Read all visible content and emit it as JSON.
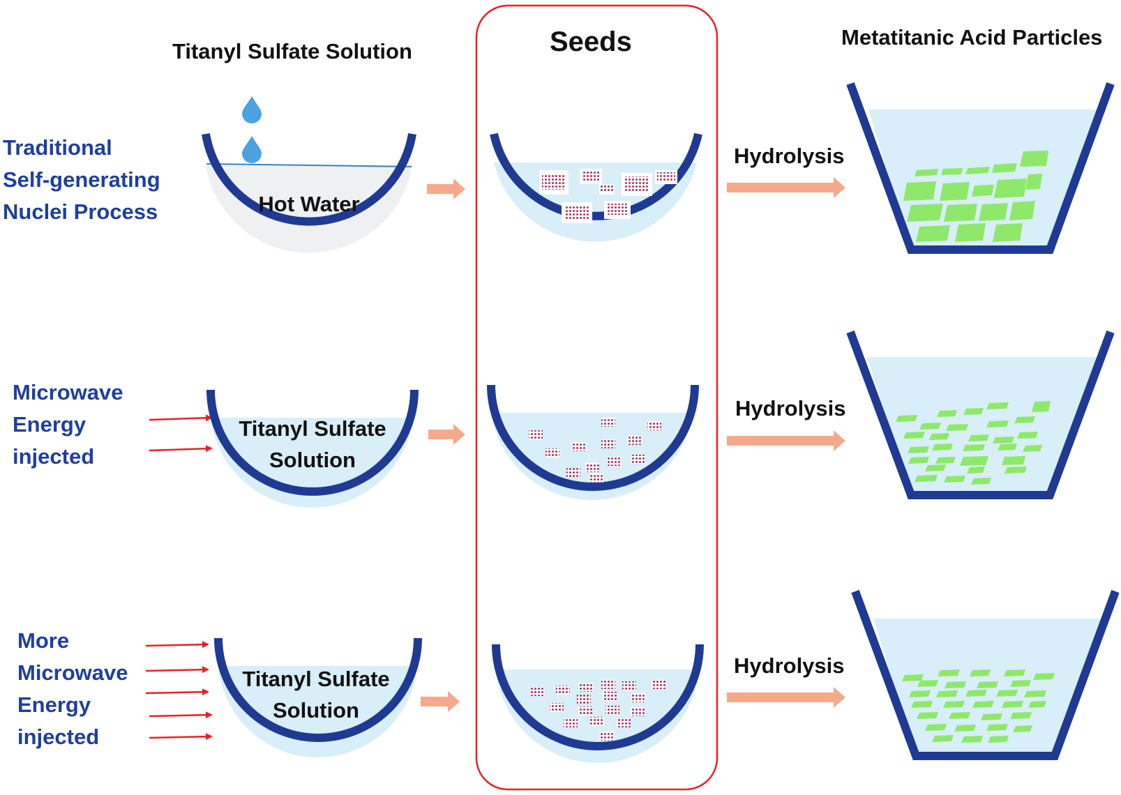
{
  "headers": {
    "solution": "Titanyl Sulfate Solution",
    "seeds": "Seeds",
    "particles": "Metatitanic Acid Particles"
  },
  "rows": [
    {
      "label_lines": [
        "Traditional",
        "Self-generating",
        "Nuclei Process"
      ],
      "bowl_text_lines": [
        "Hot Water"
      ],
      "hydrolysis": "Hydrolysis",
      "microwave_arrows": 0
    },
    {
      "label_lines": [
        "Microwave",
        "Energy",
        "injected"
      ],
      "bowl_text_lines": [
        "Titanyl Sulfate",
        "Solution"
      ],
      "hydrolysis": "Hydrolysis",
      "microwave_arrows": 2
    },
    {
      "label_lines": [
        "More",
        "Microwave",
        "Energy",
        "injected"
      ],
      "bowl_text_lines": [
        "Titanyl Sulfate",
        "Solution"
      ],
      "hydrolysis": "Hydrolysis",
      "microwave_arrows": 5
    }
  ],
  "colors": {
    "bowl_outline": "#1f3a93",
    "liquid": "#d8eef8",
    "hot_water": "#eef0f2",
    "seed_box_border": "#e8202a",
    "process_arrow": "#f6a98a",
    "microwave_arrow": "#e8202a",
    "particle": "#8ee86a",
    "droplet": "#4aa3e0",
    "seed_dot": "#b03060"
  }
}
